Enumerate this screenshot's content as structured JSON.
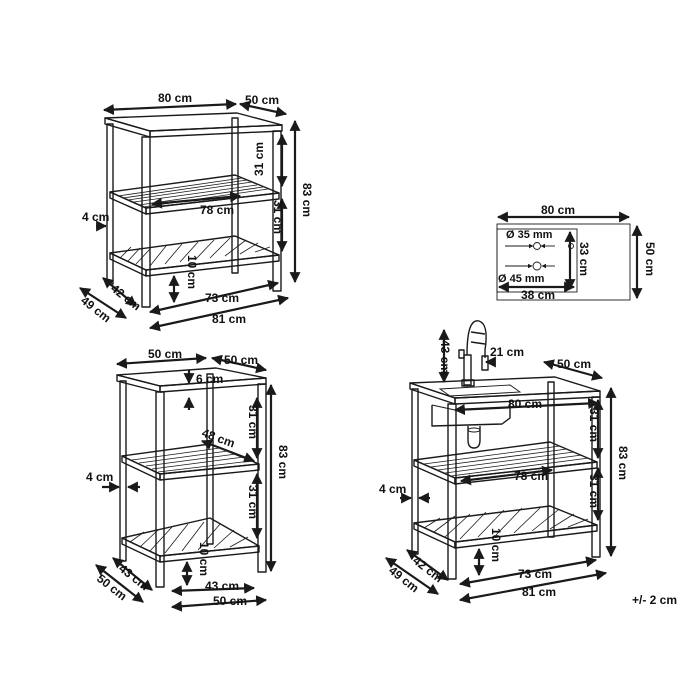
{
  "shelf_large": {
    "width_top": "80 cm",
    "depth_top": "50 cm",
    "height_total": "83 cm",
    "shelf_gap_upper": "31 cm",
    "shelf_gap_lower": "31 cm",
    "shelf_width": "78 cm",
    "leg_offset": "4 cm",
    "foot_height": "10 cm",
    "inner_depth": "42 cm",
    "outer_depth": "49 cm",
    "inner_width": "73 cm",
    "outer_width": "81 cm"
  },
  "shelf_small": {
    "width_top": "50 cm",
    "depth_top": "50 cm",
    "top_thickness": "6 cm",
    "height_total": "83 cm",
    "shelf_gap_upper": "31 cm",
    "shelf_gap_lower": "31 cm",
    "shelf_width": "48 cm",
    "leg_offset": "4 cm",
    "foot_height": "10 cm",
    "inner_depth": "43 cm",
    "outer_depth": "50 cm",
    "inner_width": "43 cm",
    "outer_width": "50 cm"
  },
  "top_view": {
    "width": "80 cm",
    "depth": "50 cm",
    "hole_1": "Ø 35 mm",
    "hole_2": "Ø 45 mm",
    "sink_depth": "33 cm",
    "sink_width": "38 cm"
  },
  "sink_unit": {
    "faucet_height": "43 cm",
    "faucet_reach": "21 cm",
    "depth_top": "50 cm",
    "width_top": "80 cm",
    "height_total": "83 cm",
    "shelf_gap_upper": "31 cm",
    "shelf_gap_lower": "31 cm",
    "shelf_width": "78 cm",
    "leg_offset": "4 cm",
    "foot_height": "10 cm",
    "inner_depth": "42 cm",
    "outer_depth": "49 cm",
    "inner_width": "73 cm",
    "outer_width": "81 cm"
  },
  "tolerance": "+/- 2 cm"
}
